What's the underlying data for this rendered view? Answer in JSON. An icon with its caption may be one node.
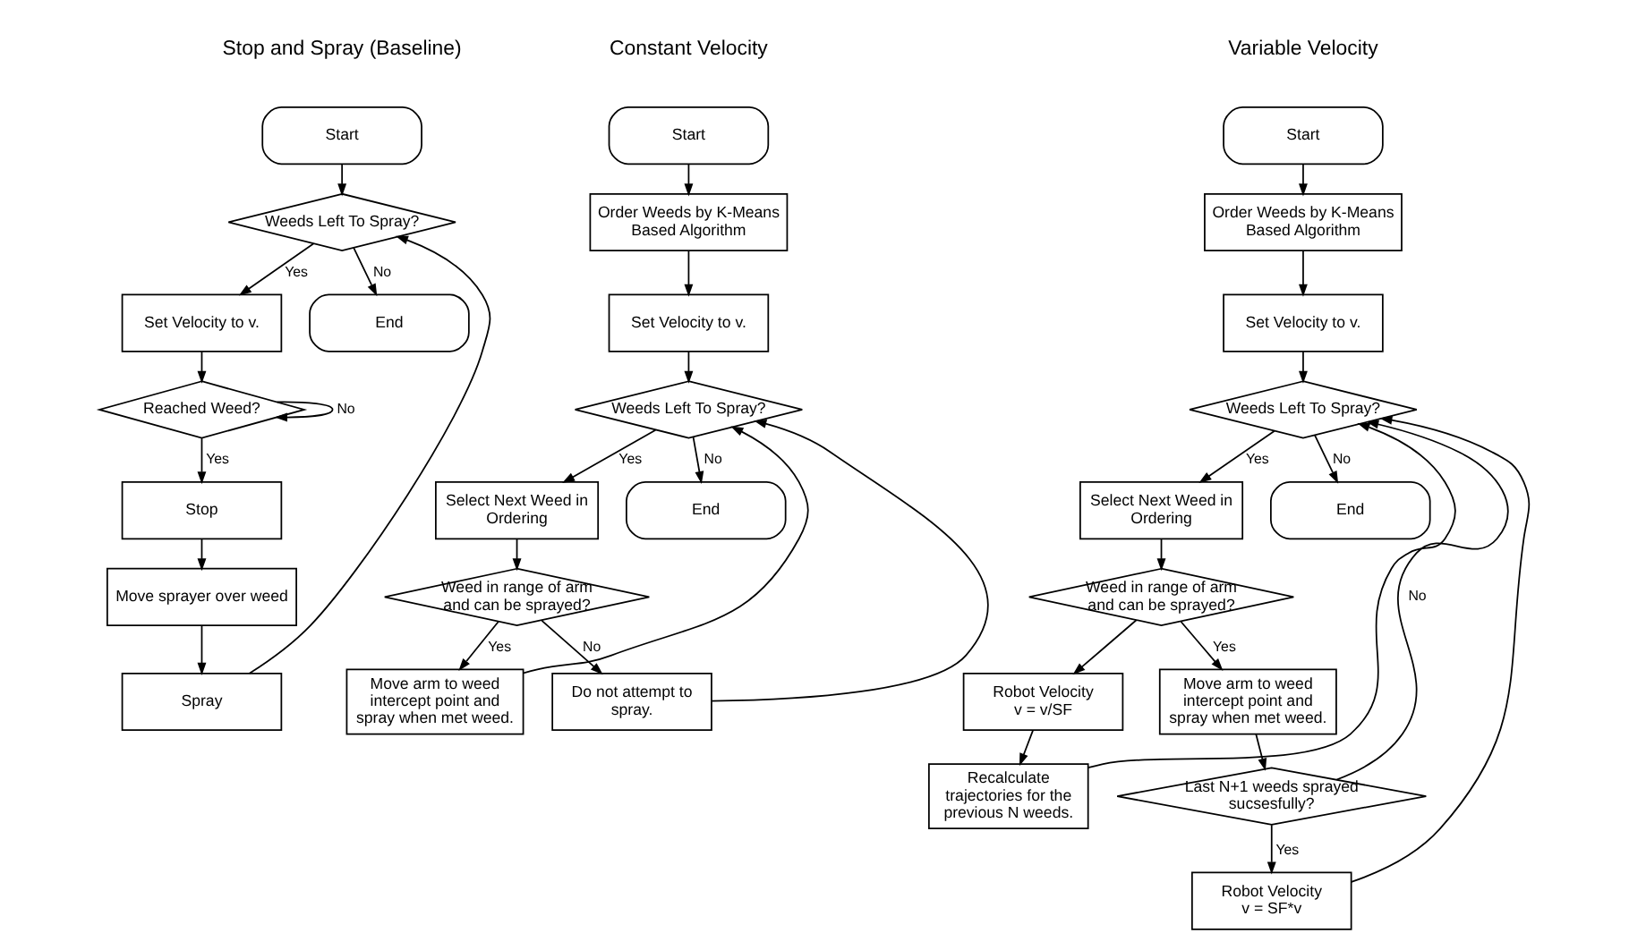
{
  "diagram": {
    "nodes": [
      {
        "text": [
          "Start"
        ]
      },
      {
        "text": [
          "Weeds Left To Spray?"
        ]
      },
      {
        "text": [
          "Set Velocity to v."
        ]
      },
      {
        "text": [
          "Reached Weed?"
        ]
      },
      {
        "text": [
          "Stop"
        ]
      },
      {
        "text": [
          "Move sprayer over weed"
        ]
      },
      {
        "text": [
          "Spray"
        ]
      },
      {
        "text": [
          "End"
        ]
      },
      {
        "text": [
          "Start"
        ]
      },
      {
        "text": [
          "Order Weeds by K-Means Based Algorithm"
        ]
      },
      {
        "text": [
          "Set Velocity to v."
        ]
      },
      {
        "text": [
          "Weeds Left To Spray?"
        ]
      },
      {
        "text": [
          "Select Next Weed in Ordering"
        ]
      },
      {
        "text": [
          "Weed in range of arm and can be sprayed?"
        ]
      },
      {
        "text": [
          "Move arm to weed intercept point and spray when met weed."
        ]
      },
      {
        "text": [
          "Do not attempt to spray."
        ]
      },
      {
        "text": [
          "End"
        ]
      },
      {
        "text": [
          "Start"
        ]
      },
      {
        "text": [
          "Order Weeds by K-Means Based Algorithm"
        ]
      },
      {
        "text": [
          "Set Velocity to v."
        ]
      },
      {
        "text": [
          "Weeds Left To Spray?"
        ]
      },
      {
        "text": [
          "Select Next Weed in Ordering"
        ]
      },
      {
        "text": [
          "Weed in range of arm and can be sprayed?"
        ]
      },
      {
        "text": [
          "Robot Velocity",
          "v = v/SF"
        ]
      },
      {
        "text": [
          "Recalculate trajectories for the previous N weeds."
        ]
      },
      {
        "text": [
          "Move arm to weed intercept point and spray when met weed."
        ]
      },
      {
        "text": [
          "Last N+1 weeds sprayed sucsesfully?"
        ]
      },
      {
        "text": [
          "Robot Velocity",
          "v = SF*v"
        ]
      },
      {
        "text": [
          "End"
        ]
      }
    ],
    "edges": [
      {
        "from": 0,
        "to": 1,
        "arrow": "to"
      },
      {
        "from": 1,
        "to": 2,
        "arrow": "to",
        "label": "Yes"
      },
      {
        "from": 1,
        "to": 7,
        "arrow": "to",
        "label": "No"
      },
      {
        "from": 2,
        "to": 3,
        "arrow": "to"
      },
      {
        "from": 3,
        "to": 3,
        "arrow": "to",
        "label": "No"
      },
      {
        "from": 3,
        "to": 4,
        "arrow": "to",
        "label": "Yes"
      },
      {
        "from": 4,
        "to": 5,
        "arrow": "to"
      },
      {
        "from": 5,
        "to": 6,
        "arrow": "to"
      },
      {
        "from": 6,
        "to": 1,
        "arrow": "to"
      },
      {
        "from": 8,
        "to": 9,
        "arrow": "to"
      },
      {
        "from": 9,
        "to": 10,
        "arrow": "to"
      },
      {
        "from": 10,
        "to": 11,
        "arrow": "to"
      },
      {
        "from": 11,
        "to": 12,
        "arrow": "to",
        "label": "Yes"
      },
      {
        "from": 11,
        "to": 16,
        "arrow": "to",
        "label": "No"
      },
      {
        "from": 12,
        "to": 13,
        "arrow": "to"
      },
      {
        "from": 13,
        "to": 14,
        "arrow": "to",
        "label": "Yes"
      },
      {
        "from": 13,
        "to": 15,
        "arrow": "to",
        "label": "No"
      },
      {
        "from": 14,
        "to": 11,
        "arrow": "to"
      },
      {
        "from": 15,
        "to": 11,
        "arrow": "to"
      },
      {
        "from": 17,
        "to": 18,
        "arrow": "to"
      },
      {
        "from": 18,
        "to": 19,
        "arrow": "to"
      },
      {
        "from": 19,
        "to": 20,
        "arrow": "to"
      },
      {
        "from": 20,
        "to": 21,
        "arrow": "to",
        "label": "Yes"
      },
      {
        "from": 20,
        "to": 28,
        "arrow": "to",
        "label": "No"
      },
      {
        "from": 21,
        "to": 22,
        "arrow": "to"
      },
      {
        "from": 22,
        "to": 23,
        "arrow": "to"
      },
      {
        "from": 23,
        "to": 24,
        "arrow": "to"
      },
      {
        "from": 22,
        "to": 25,
        "arrow": "to",
        "label": "Yes"
      },
      {
        "from": 25,
        "to": 26,
        "arrow": "to"
      },
      {
        "from": 26,
        "to": 27,
        "arrow": "to",
        "label": "Yes"
      },
      {
        "from": 24,
        "to": 20,
        "arrow": "to"
      },
      {
        "from": 27,
        "to": 20,
        "arrow": "to"
      },
      {
        "from": 26,
        "to": 20,
        "arrow": "to",
        "label": "No"
      }
    ],
    "labels": [
      "Stop and Spray (Baseline)",
      "Constant Velocity",
      "Variable Velocity"
    ]
  }
}
